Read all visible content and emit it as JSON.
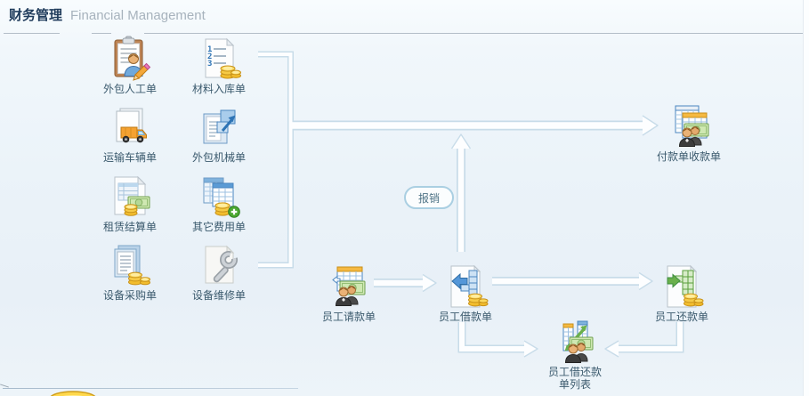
{
  "header": {
    "title_zh": "财务管理",
    "title_en": "Financial Management"
  },
  "grid_items": [
    {
      "label": "外包人工单",
      "icon": "clipboard-person-icon"
    },
    {
      "label": "材料入库单",
      "icon": "doc-list-coins-icon"
    },
    {
      "label": "运输车辆单",
      "icon": "docs-truck-icon"
    },
    {
      "label": "外包机械单",
      "icon": "doc-machine-arrow-icon"
    },
    {
      "label": "租赁结算单",
      "icon": "doc-banknote-coins-icon"
    },
    {
      "label": "其它费用单",
      "icon": "tables-coins-plus-icon"
    },
    {
      "label": "设备采购单",
      "icon": "docs-coins-icon"
    },
    {
      "label": "设备维修单",
      "icon": "doc-wrench-icon"
    }
  ],
  "flow_nodes": [
    {
      "label": "付款单收款单",
      "icon": "sheets-banknote-people-icon"
    },
    {
      "label": "员工请款单",
      "icon": "sheet-banknote-people-icon"
    },
    {
      "label": "员工借款单",
      "icon": "doc-table-borrow-coins-icon"
    },
    {
      "label": "员工还款单",
      "icon": "doc-table-repay-coins-icon"
    },
    {
      "label": "员工借还款单列表",
      "icon": "sheets-exchange-banknote-people-icon"
    }
  ],
  "badge": {
    "label": "报销"
  },
  "colors": {
    "connector_border": "#c8dce9",
    "connector_fill": "#fdfeff",
    "label_text": "#3b5a6d",
    "title_text": "#203c5c",
    "title_en_text": "#a7b3bd",
    "badge_border": "#aacfe2",
    "coin_gold": "#f6ca45",
    "banknote_green": "#cfe8b2"
  }
}
